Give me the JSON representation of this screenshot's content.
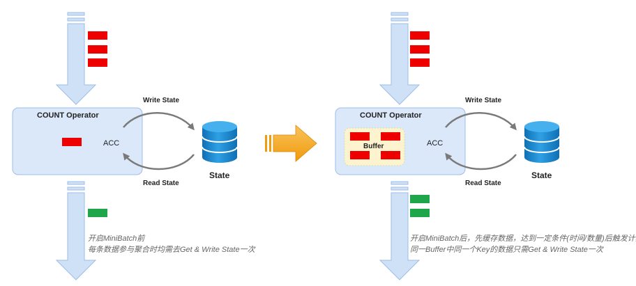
{
  "left": {
    "operator_title": "COUNT  Operator",
    "acc_label": "ACC",
    "write_state_label": "Write State",
    "read_state_label": "Read State",
    "state_label": "State",
    "caption_line1": "开启MiniBatch前",
    "caption_line2": "每条数据参与聚合时均需去Get & Write State一次"
  },
  "right": {
    "operator_title": "COUNT  Operator",
    "buffer_label": "Buffer",
    "acc_label": "ACC",
    "write_state_label": "Write State",
    "read_state_label": "Read State",
    "state_label": "State",
    "caption_line1": "开启MiniBatch后，先缓存数据，达到一定条件(时间/数量)后触发计算",
    "caption_line2": "同一Buffer中同一个Key的数据只需Get & Write State一次"
  },
  "colors": {
    "stream_arrow": "#cfe1f7",
    "stream_arrow_stroke": "#9dbde6",
    "operator_fill": "#dbe8fa",
    "operator_stroke": "#9fbde8",
    "buffer_fill": "#fdf3cf",
    "record_red": "#ee0000",
    "record_green": "#1fa64a",
    "db_blue": "#1e8ad0",
    "transition_arrow": "#f5a623"
  }
}
